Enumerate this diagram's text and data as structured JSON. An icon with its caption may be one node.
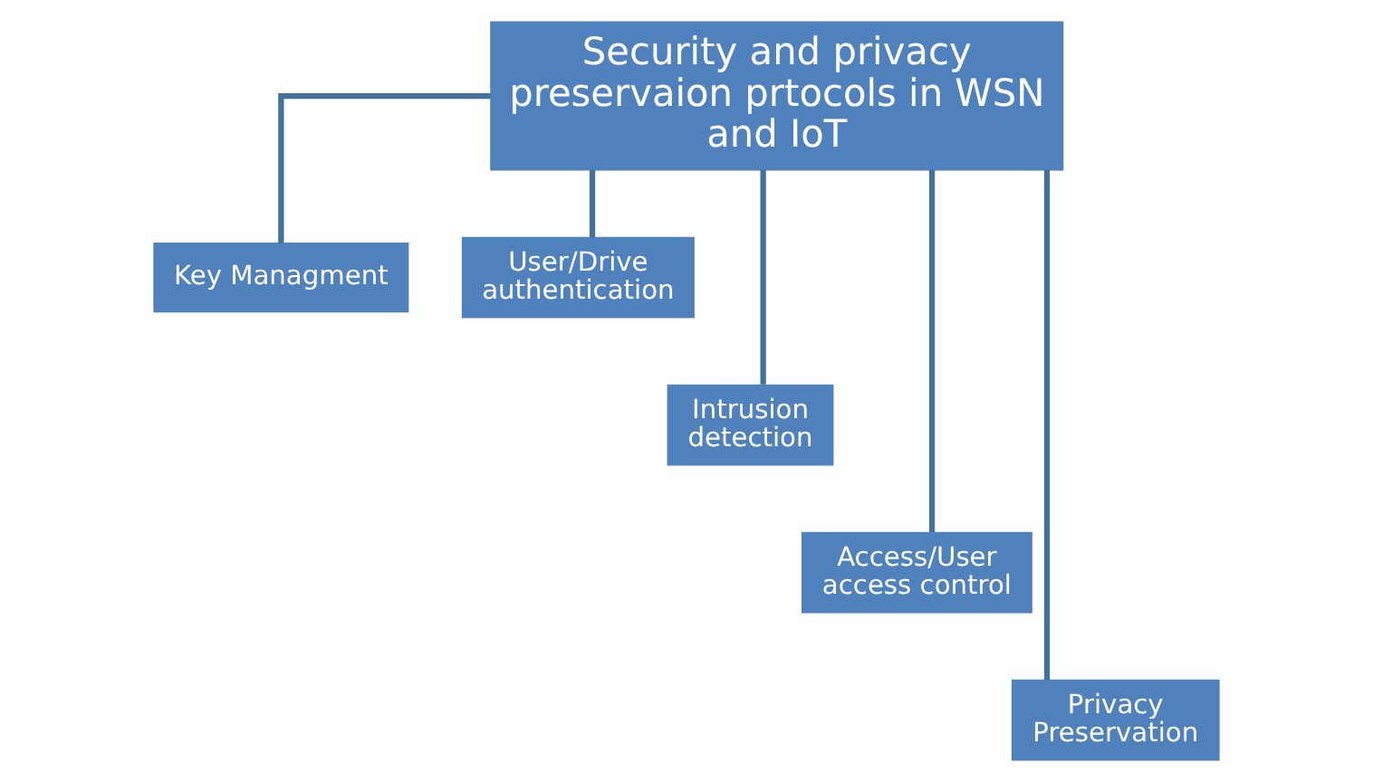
{
  "diagram": {
    "nodes": [
      {
        "text": [
          "Security and privacy preservaion prtocols in WSN and IoT"
        ]
      },
      {
        "text": [
          "Key Managment"
        ]
      },
      {
        "text": [
          "User/Drive authentication"
        ]
      },
      {
        "text": [
          "Intrusion detection"
        ]
      },
      {
        "text": [
          "Access/User access control"
        ]
      },
      {
        "text": [
          "Privacy Preservation"
        ]
      }
    ],
    "edges": [
      {
        "from": 0,
        "to": 1,
        "arrow": "none"
      },
      {
        "from": 0,
        "to": 2,
        "arrow": "none"
      },
      {
        "from": 0,
        "to": 3,
        "arrow": "none"
      },
      {
        "from": 0,
        "to": 4,
        "arrow": "none"
      },
      {
        "from": 0,
        "to": 5,
        "arrow": "none"
      }
    ]
  }
}
